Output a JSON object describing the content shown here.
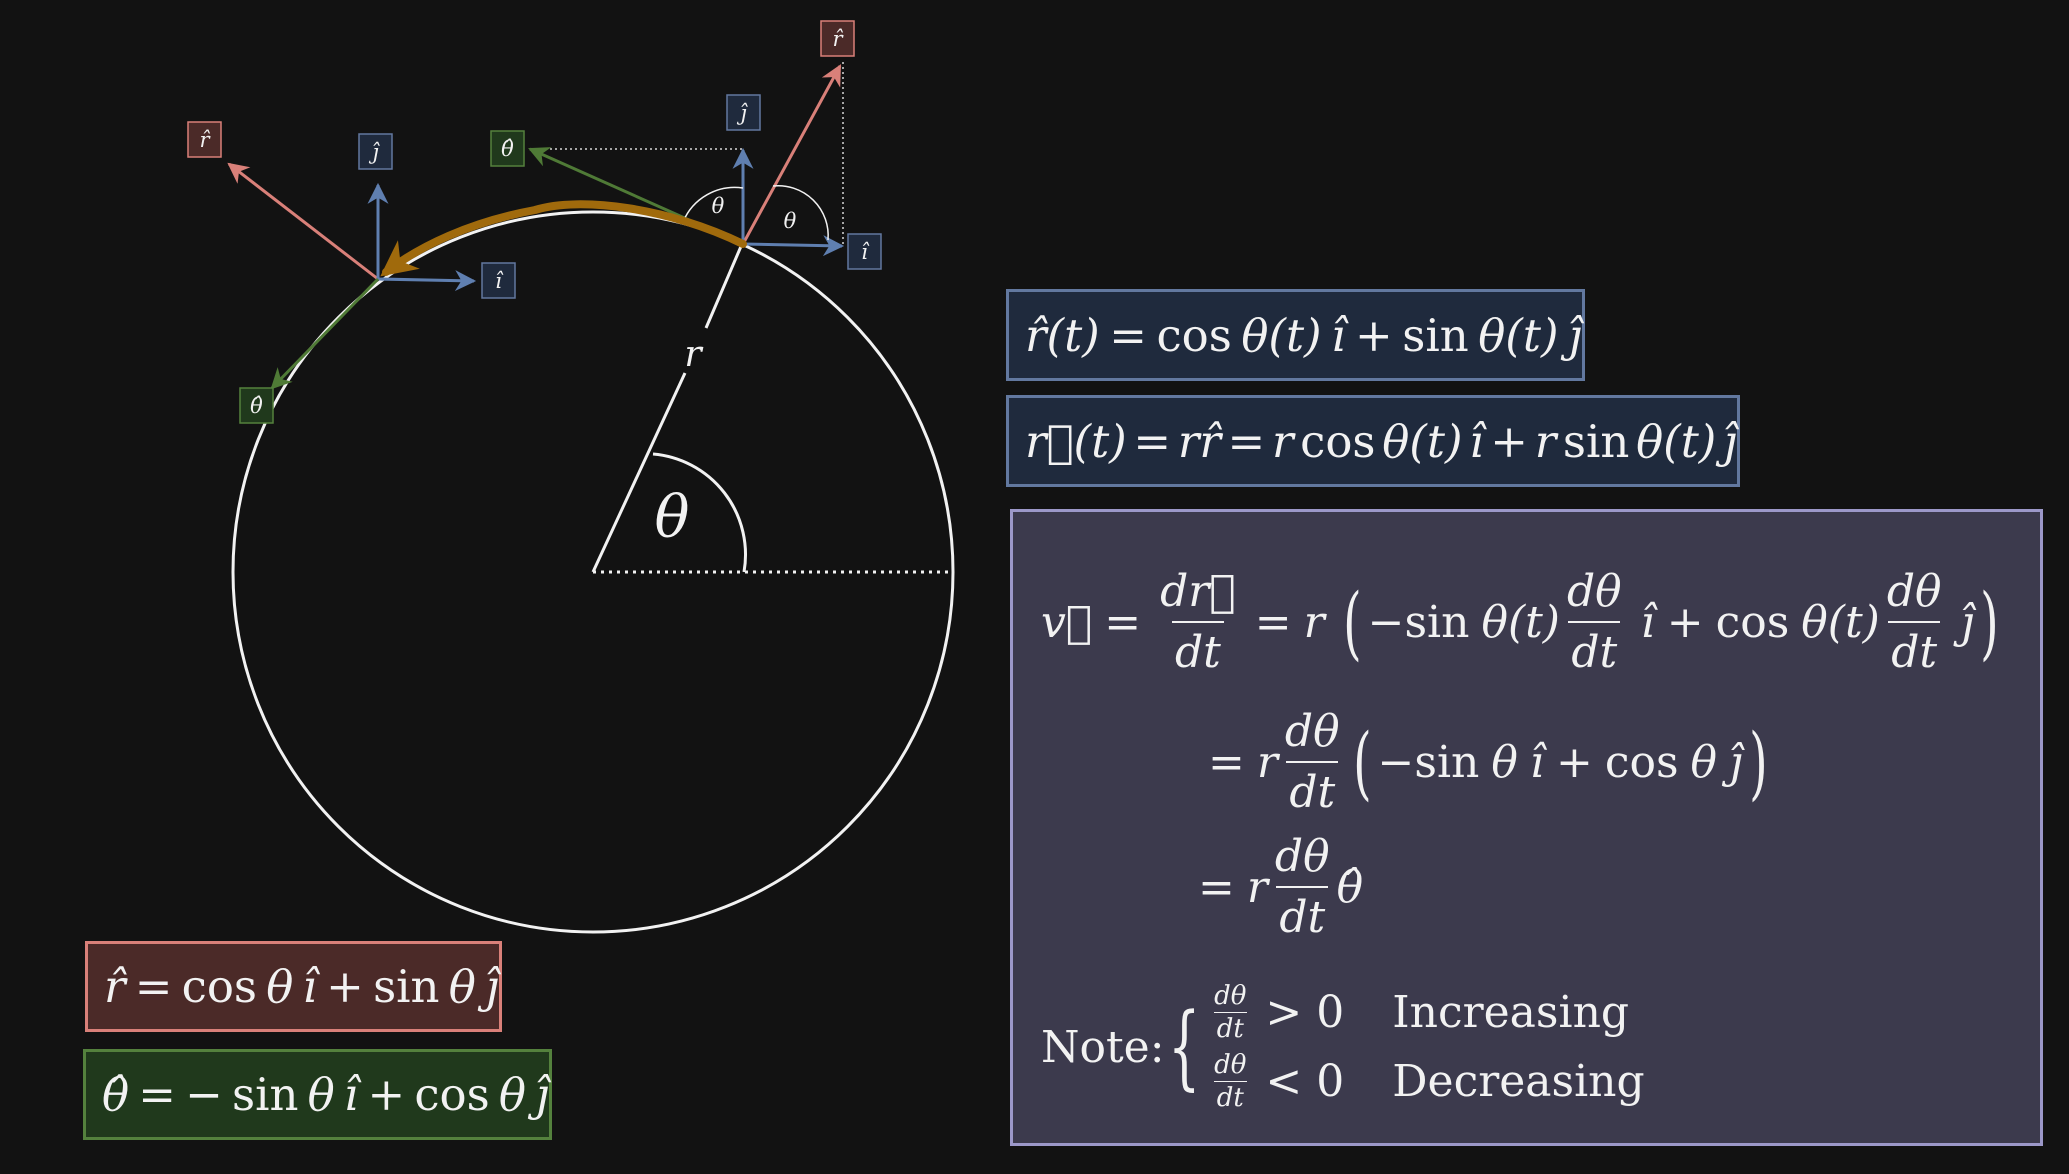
{
  "diagram": {
    "center_angle_label": "θ",
    "radius_label": "r",
    "small_angle_labels": [
      "θ",
      "θ"
    ],
    "unit_labels": {
      "r_hat": "r̂",
      "i_hat": "î",
      "j_hat": "ĵ",
      "theta_hat": "θ̂"
    },
    "colors": {
      "r_hat": "#d98079",
      "i_j_hat": "#5f7fb0",
      "theta_hat": "#4f7a36",
      "path": "#a06a0c",
      "circle": "#f2f2f2",
      "background": "#121212"
    }
  },
  "equations": {
    "r_hat_t": {
      "lhs": "r̂(t)",
      "eq": "=",
      "cos": "cos",
      "theta_t1": "θ(t)",
      "i": "î",
      "plus": "+",
      "sin": "sin",
      "theta_t2": "θ(t)",
      "j": "ĵ"
    },
    "r_vec_t": {
      "lhs": "r⃗(t)",
      "eq1": "=",
      "rrhat": "rr̂",
      "eq2": "=",
      "r1": "r",
      "cos": "cos",
      "theta_t1": "θ(t)",
      "i": "î",
      "plus": "+",
      "r2": "r",
      "sin": "sin",
      "theta_t2": "θ(t)",
      "j": "ĵ"
    },
    "r_hat": {
      "lhs": "r̂",
      "eq": "=",
      "cos": "cos",
      "theta1": "θ",
      "i": "î",
      "plus": "+",
      "sin": "sin",
      "theta2": "θ",
      "j": "ĵ"
    },
    "theta_hat": {
      "lhs": "θ̂",
      "eq": "=",
      "minus": "−",
      "sin": "sin",
      "theta1": "θ",
      "i": "î",
      "plus": "+",
      "cos": "cos",
      "theta2": "θ",
      "j": "ĵ"
    },
    "velocity": {
      "v": "v⃗",
      "eq": "=",
      "drdt_num": "dr⃗",
      "drdt_den": "dt",
      "r": "r",
      "minus": "−",
      "sin": "sin",
      "cos": "cos",
      "theta_t": "θ(t)",
      "theta": "θ",
      "dtheta": "dθ",
      "dt": "dt",
      "i": "î",
      "j": "ĵ",
      "plus": "+",
      "theta_hat": "θ̂"
    },
    "note": {
      "label": "Note:",
      "dtheta": "dθ",
      "dt": "dt",
      "gt": "> 0",
      "lt": "< 0",
      "increasing": "Increasing",
      "decreasing": "Decreasing"
    }
  }
}
